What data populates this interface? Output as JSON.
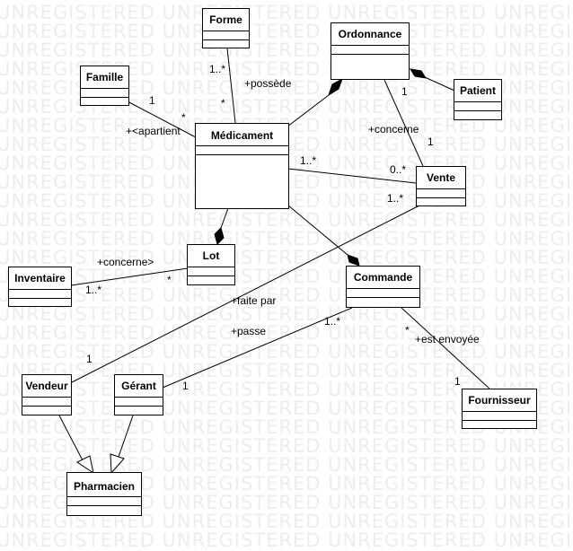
{
  "watermark": {
    "text": "UNREGISTERED UNREGISTERED UNREGISTERED UNREGISTERED UNREGISTERED"
  },
  "classes": {
    "forme": "Forme",
    "ordonnance": "Ordonnance",
    "famille": "Famille",
    "patient": "Patient",
    "medicament": "Médicament",
    "vente": "Vente",
    "lot": "Lot",
    "inventaire": "Inventaire",
    "commande": "Commande",
    "vendeur": "Vendeur",
    "gerant": "Gérant",
    "fournisseur": "Fournisseur",
    "pharmacien": "Pharmacien"
  },
  "labels": {
    "forme_mult": "1..*",
    "possede": "+possède",
    "med_forme_mult": "*",
    "famille_mult": "1",
    "apartient_mult": "*",
    "apartient": "+<apartient",
    "ord_mult": "1",
    "concerne_ord": "+concerne",
    "vente_ord_mult": "1",
    "med_vente_mult": "1..*",
    "vente_med_mult": "0..*",
    "vente_vendeur_mult": "1..*",
    "concerne_inv": "+concerne>",
    "inventaire_mult": "1..*",
    "lot_inv_mult": "*",
    "faite_par": "+faite par",
    "commande_mult": "1..*",
    "passe": "+passe",
    "vendeur_mult": "1",
    "gerant_mult": "1",
    "commande_four_mult": "*",
    "est_envoyee": "+est envoyée",
    "fournisseur_mult": "1"
  }
}
